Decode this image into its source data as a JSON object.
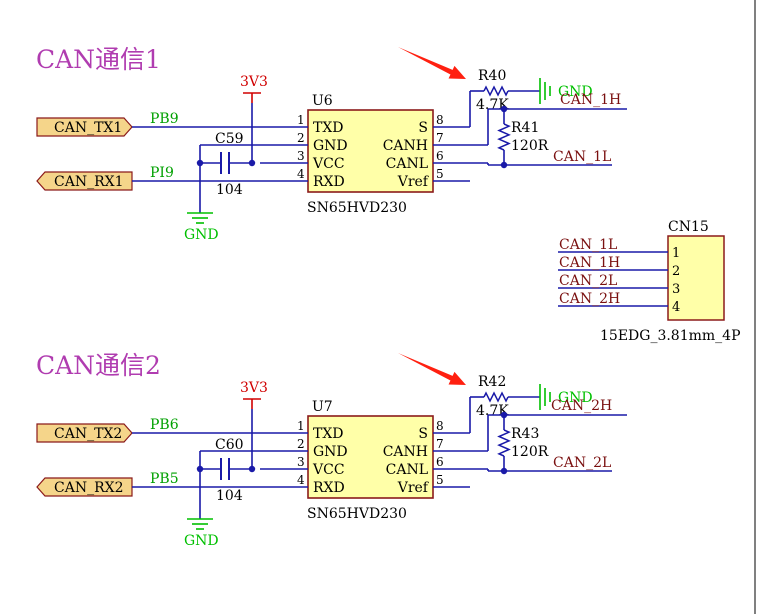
{
  "blocks": [
    {
      "title": "CAN通信1",
      "power": "3V3",
      "ground": "GND",
      "chip": {
        "ref": "U6",
        "part": "SN65HVD230",
        "left_pins": [
          {
            "num": "1",
            "name": "TXD"
          },
          {
            "num": "2",
            "name": "GND"
          },
          {
            "num": "3",
            "name": "VCC"
          },
          {
            "num": "4",
            "name": "RXD"
          }
        ],
        "right_pins": [
          {
            "num": "8",
            "name": "S"
          },
          {
            "num": "7",
            "name": "CANH"
          },
          {
            "num": "6",
            "name": "CANL"
          },
          {
            "num": "5",
            "name": "Vref"
          }
        ]
      },
      "ports": [
        {
          "name": "CAN_TX1",
          "net": "PB9"
        },
        {
          "name": "CAN_RX1",
          "net": "PI9"
        }
      ],
      "capacitor": {
        "ref": "C59",
        "value": "104"
      },
      "r_s": {
        "ref": "R40",
        "value": "4.7K",
        "ground": "GND"
      },
      "r_term": {
        "ref": "R41",
        "value": "120R"
      },
      "canh": "CAN_1H",
      "canl": "CAN_1L"
    },
    {
      "title": "CAN通信2",
      "power": "3V3",
      "ground": "GND",
      "chip": {
        "ref": "U7",
        "part": "SN65HVD230",
        "left_pins": [
          {
            "num": "1",
            "name": "TXD"
          },
          {
            "num": "2",
            "name": "GND"
          },
          {
            "num": "3",
            "name": "VCC"
          },
          {
            "num": "4",
            "name": "RXD"
          }
        ],
        "right_pins": [
          {
            "num": "8",
            "name": "S"
          },
          {
            "num": "7",
            "name": "CANH"
          },
          {
            "num": "6",
            "name": "CANL"
          },
          {
            "num": "5",
            "name": "Vref"
          }
        ]
      },
      "ports": [
        {
          "name": "CAN_TX2",
          "net": "PB6"
        },
        {
          "name": "CAN_RX2",
          "net": "PB5"
        }
      ],
      "capacitor": {
        "ref": "C60",
        "value": "104"
      },
      "r_s": {
        "ref": "R42",
        "value": "4.7K",
        "ground": "GND"
      },
      "r_term": {
        "ref": "R43",
        "value": "120R"
      },
      "canh": "CAN_2H",
      "canl": "CAN_2L"
    }
  ],
  "connector": {
    "ref": "CN15",
    "part": "15EDG_3.81mm_4P",
    "pins": [
      {
        "num": "1",
        "net": "CAN_1L"
      },
      {
        "num": "2",
        "net": "CAN_1H"
      },
      {
        "num": "3",
        "net": "CAN_2L"
      },
      {
        "num": "4",
        "net": "CAN_2H"
      }
    ]
  },
  "colors": {
    "wire": "#1a1aa8",
    "net_label": "#7a1010",
    "signal_net": "#00a000",
    "ground": "#00c000",
    "power": "#d00000",
    "chip_fill": "#ffffa8",
    "chip_border": "#8b1a1a",
    "title": "#b03cb0",
    "arrow": "#ff2010"
  }
}
